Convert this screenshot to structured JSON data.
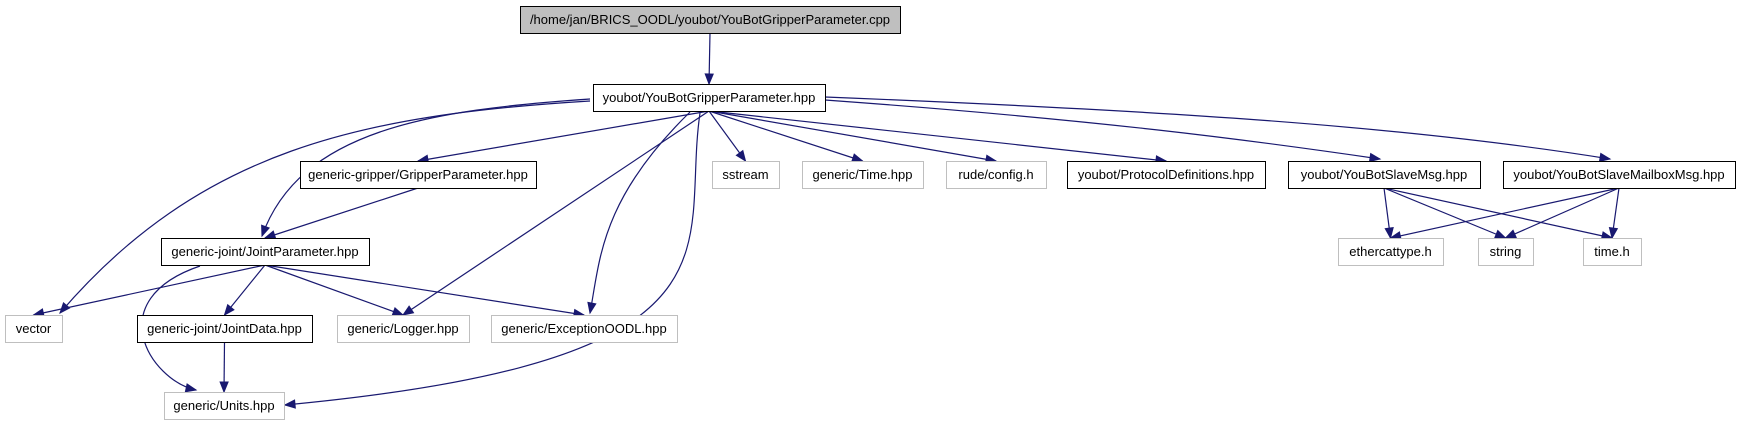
{
  "diagram": {
    "type": "include-dependency-graph",
    "colors": {
      "edge": "#191970",
      "root_fill": "#bfbfbf",
      "node_border": "#000000",
      "external_border": "#bfbfbf"
    },
    "nodes": [
      {
        "id": "root",
        "label": "/home/jan/BRICS_OODL/youbot/YouBotGripperParameter.cpp",
        "kind": "root"
      },
      {
        "id": "hpp",
        "label": "youbot/YouBotGripperParameter.hpp",
        "kind": "primary"
      },
      {
        "id": "gripperparam",
        "label": "generic-gripper/GripperParameter.hpp",
        "kind": "primary"
      },
      {
        "id": "sstream",
        "label": "sstream",
        "kind": "external"
      },
      {
        "id": "time_hpp",
        "label": "generic/Time.hpp",
        "kind": "external"
      },
      {
        "id": "config",
        "label": "rude/config.h",
        "kind": "external"
      },
      {
        "id": "protodefs",
        "label": "youbot/ProtocolDefinitions.hpp",
        "kind": "primary"
      },
      {
        "id": "slavemsg",
        "label": "youbot/YouBotSlaveMsg.hpp",
        "kind": "primary"
      },
      {
        "id": "mailboxmsg",
        "label": "youbot/YouBotSlaveMailboxMsg.hpp",
        "kind": "primary"
      },
      {
        "id": "jointparam",
        "label": "generic-joint/JointParameter.hpp",
        "kind": "primary"
      },
      {
        "id": "ethercat",
        "label": "ethercattype.h",
        "kind": "external"
      },
      {
        "id": "string",
        "label": "string",
        "kind": "external"
      },
      {
        "id": "time_h",
        "label": "time.h",
        "kind": "external"
      },
      {
        "id": "vector",
        "label": "vector",
        "kind": "external"
      },
      {
        "id": "jointdata",
        "label": "generic-joint/JointData.hpp",
        "kind": "primary"
      },
      {
        "id": "logger",
        "label": "generic/Logger.hpp",
        "kind": "external"
      },
      {
        "id": "exception",
        "label": "generic/ExceptionOODL.hpp",
        "kind": "external"
      },
      {
        "id": "units",
        "label": "generic/Units.hpp",
        "kind": "external"
      }
    ],
    "edges": [
      {
        "from": "root",
        "to": "hpp"
      },
      {
        "from": "hpp",
        "to": "vector"
      },
      {
        "from": "hpp",
        "to": "jointparam"
      },
      {
        "from": "hpp",
        "to": "gripperparam"
      },
      {
        "from": "hpp",
        "to": "logger"
      },
      {
        "from": "hpp",
        "to": "exception"
      },
      {
        "from": "hpp",
        "to": "units"
      },
      {
        "from": "hpp",
        "to": "sstream"
      },
      {
        "from": "hpp",
        "to": "time_hpp"
      },
      {
        "from": "hpp",
        "to": "config"
      },
      {
        "from": "hpp",
        "to": "protodefs"
      },
      {
        "from": "hpp",
        "to": "slavemsg"
      },
      {
        "from": "hpp",
        "to": "mailboxmsg"
      },
      {
        "from": "gripperparam",
        "to": "jointparam"
      },
      {
        "from": "jointparam",
        "to": "vector"
      },
      {
        "from": "jointparam",
        "to": "jointdata"
      },
      {
        "from": "jointparam",
        "to": "logger"
      },
      {
        "from": "jointparam",
        "to": "exception"
      },
      {
        "from": "jointparam",
        "to": "units"
      },
      {
        "from": "jointdata",
        "to": "units"
      },
      {
        "from": "slavemsg",
        "to": "ethercat"
      },
      {
        "from": "slavemsg",
        "to": "string"
      },
      {
        "from": "slavemsg",
        "to": "time_h"
      },
      {
        "from": "mailboxmsg",
        "to": "ethercat"
      },
      {
        "from": "mailboxmsg",
        "to": "string"
      },
      {
        "from": "mailboxmsg",
        "to": "time_h"
      }
    ]
  }
}
